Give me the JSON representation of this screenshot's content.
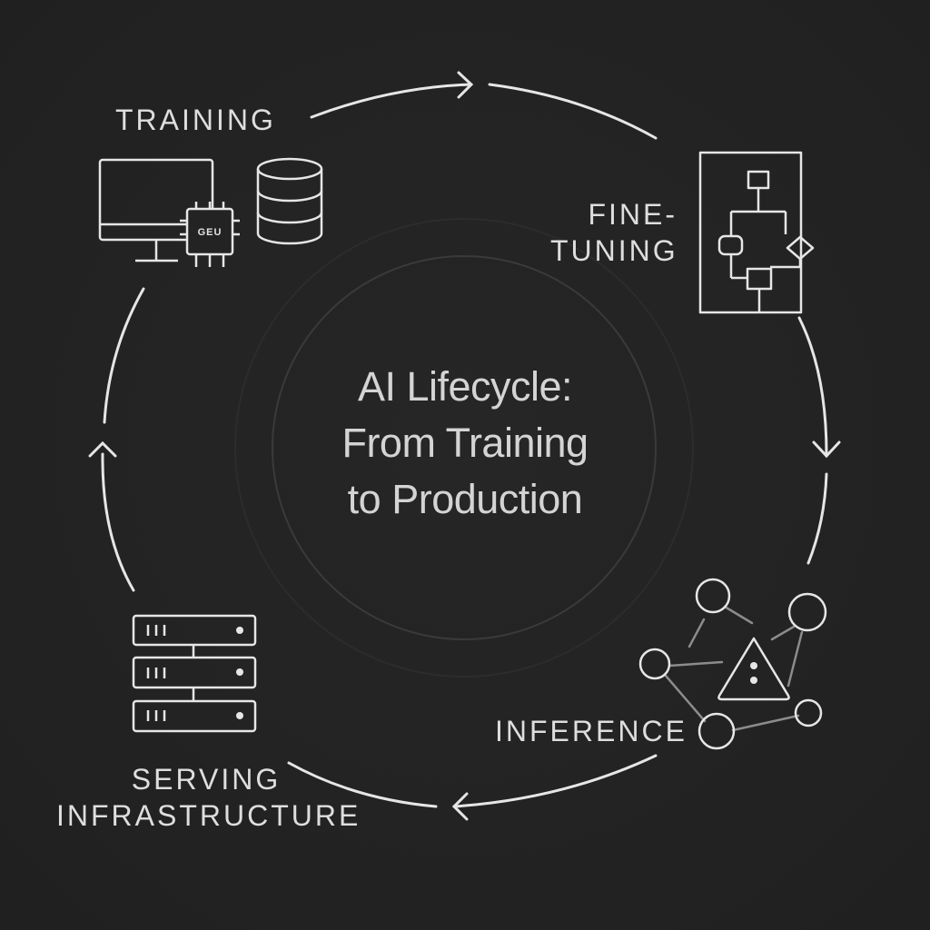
{
  "center_title": {
    "line1": "AI Lifecycle:",
    "line2": "From Training",
    "line3": "to Production"
  },
  "stages": {
    "training": {
      "label": "TRAINING",
      "chip_label": "GEU",
      "icon": "computer-gpu-database-icon"
    },
    "fine_tuning": {
      "label_line1": "FINE-",
      "label_line2": "TUNING",
      "icon": "flowchart-document-icon"
    },
    "inference": {
      "label": "INFERENCE",
      "icon": "network-warning-icon"
    },
    "serving": {
      "label_line1": "SERVING",
      "label_line2": "INFRASTRUCTURE",
      "icon": "server-rack-icon"
    }
  },
  "colors": {
    "background": "#232323",
    "line": "#e6e6e6",
    "text": "#dedede",
    "title": "#d4d4d4",
    "center_ring": "#3a3a3a"
  }
}
